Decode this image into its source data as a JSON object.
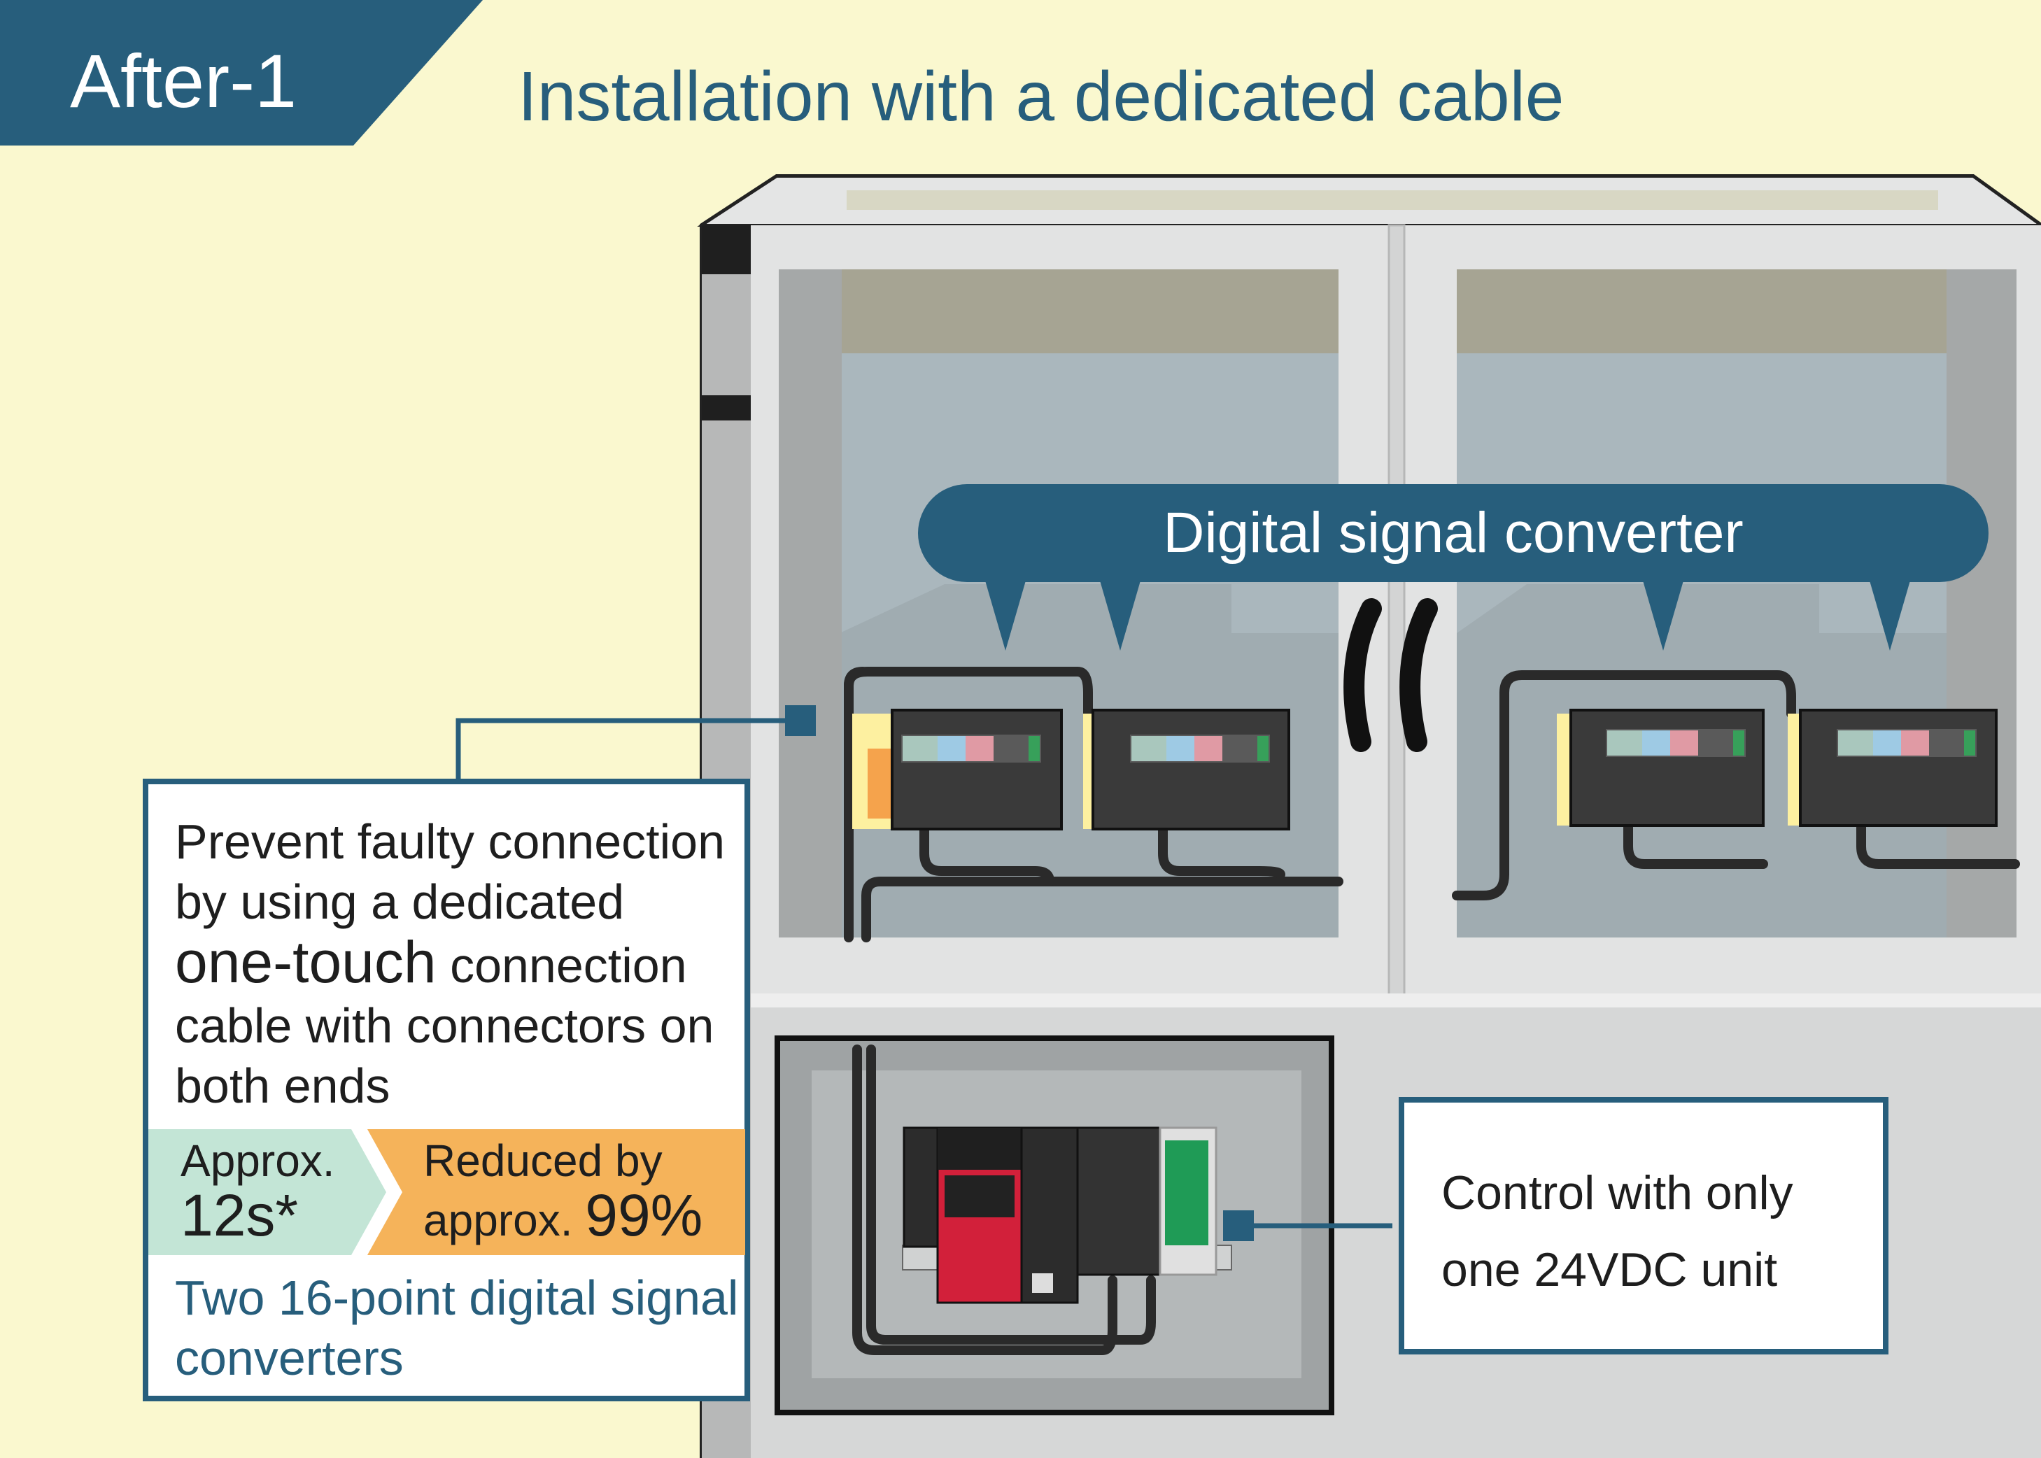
{
  "badge": {
    "label": "After-1"
  },
  "headline": "Installation with a dedicated cable",
  "callout": {
    "label": "Digital signal converter"
  },
  "info": {
    "lines": [
      "Prevent faulty connection",
      "by using a dedicated"
    ],
    "emphasis": "one-touch",
    "line3_rest": " connection",
    "lines_after": [
      "cable with connectors on",
      "both ends"
    ]
  },
  "stats": {
    "left_line1": "Approx.",
    "left_line2": "12s*",
    "right_line1": "Reduced by",
    "right_line2_prefix": "approx. ",
    "right_line2_value": "99%"
  },
  "caption": {
    "line1": "Two 16-point digital signal",
    "line2": "converters"
  },
  "control": {
    "line1": "Control with only",
    "line2": "one 24VDC unit"
  },
  "colors": {
    "accent": "#275e7c",
    "background": "#faf8cf",
    "stat_left": "#c3e5d6",
    "stat_right": "#f5b35a",
    "plc_red": "#d2203a",
    "terminal_green": "#1f9b56"
  }
}
